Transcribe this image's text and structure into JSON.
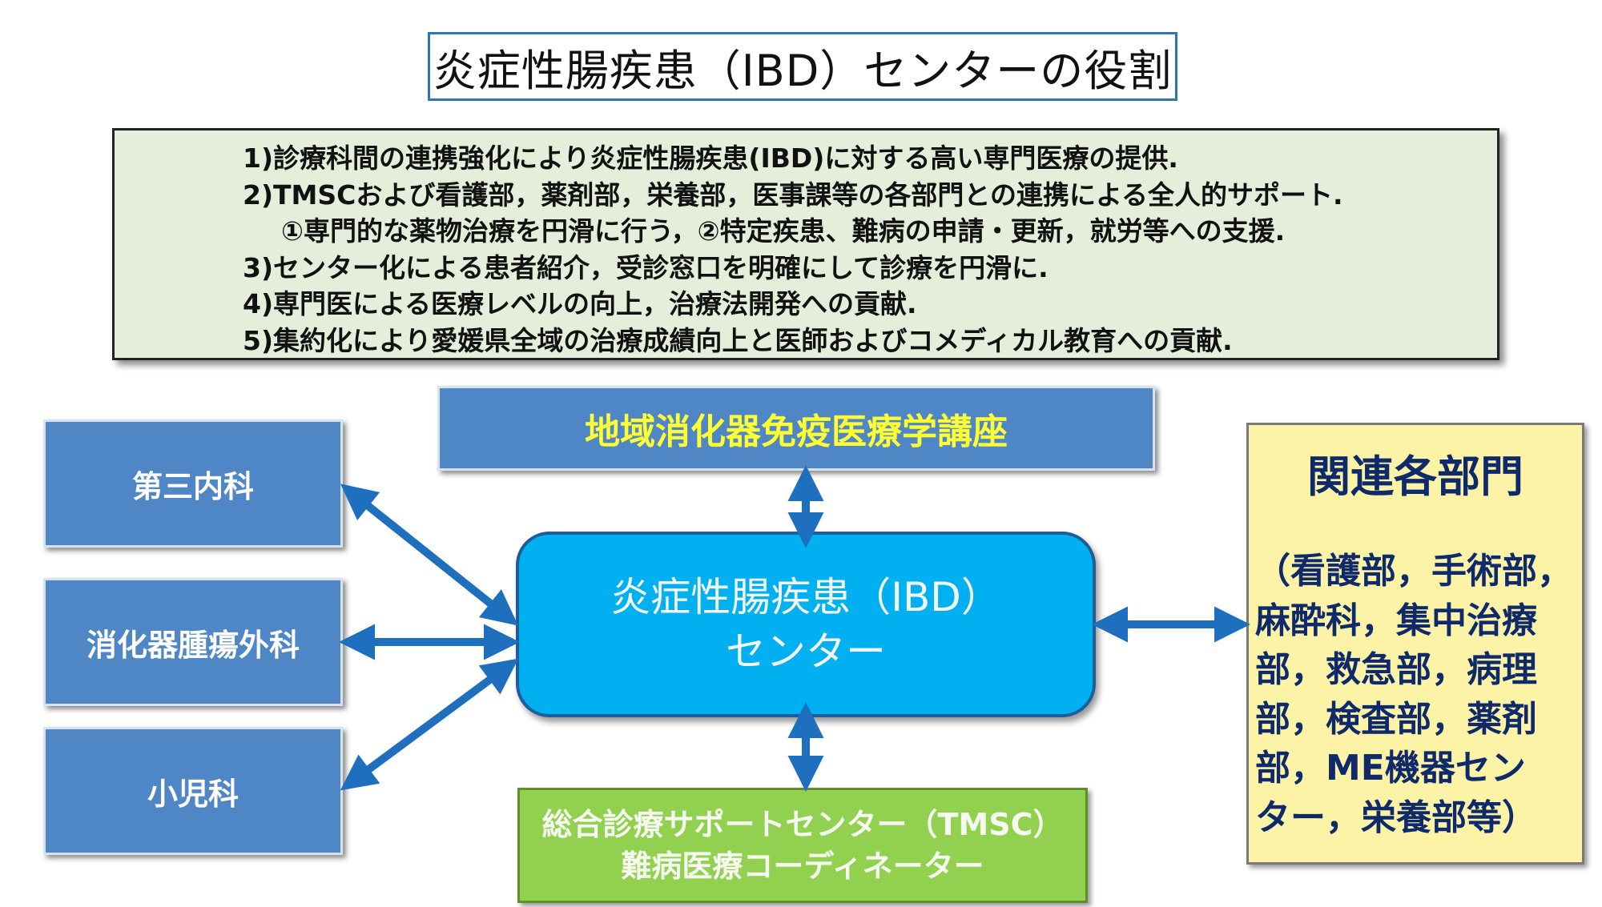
{
  "title": "炎症性腸疾患（IBD）センターの役割",
  "roles": [
    "1)診療科間の連携強化により炎症性腸疾患(IBD)に対する高い専門医療の提供.",
    "2)TMSCおよび看護部，薬剤部，栄養部，医事課等の各部門との連携による全人的サポート.",
    "①専門的な薬物治療を円滑に行う，②特定疾患、難病の申請・更新，就労等への支援.",
    "3)センター化による患者紹介，受診窓口を明確にして診療を円滑に.",
    "4)専門医による医療レベルの向上，治療法開発への貢献.",
    "5)集約化により愛媛県全域の治療成績向上と医師およびコメディカル教育への貢献."
  ],
  "departments": {
    "internal_medicine_3": "第三内科",
    "gi_surgery": "消化器腫瘍外科",
    "pediatrics": "小児科"
  },
  "top_course": "地域消化器免疫医療学講座",
  "center": {
    "line1": "炎症性腸疾患（IBD）",
    "line2": "センター"
  },
  "bottom": {
    "line1": "総合診療サポートセンター（TMSC）",
    "line2": "難病医療コーディネーター"
  },
  "related": {
    "title": "関連各部門",
    "lines": [
      "（看護部，手術部，",
      "麻酔科，集中治療",
      "部，救急部，病理",
      "部，検査部，薬剤",
      "部，ME機器セン",
      "ター，栄養部等）"
    ]
  },
  "colors": {
    "arrow": "#1f6fbf",
    "box_blue": "#4f86c6",
    "center": "#00b0f0",
    "bottom": "#92d050",
    "right": "#fdf3a6",
    "roles_bg": "#e4eedb"
  }
}
